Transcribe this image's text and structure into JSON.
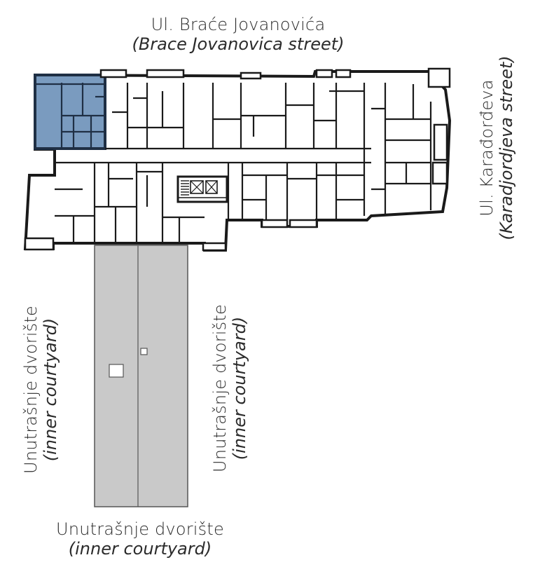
{
  "labels": {
    "north_street": {
      "name": "Ul. Braće Jovanovića",
      "translation": "(Brace Jovanovica street)"
    },
    "east_street": {
      "name": "Ul. Karađorđeva",
      "translation": "(Karadjordjeva street)"
    },
    "courtyard_left": {
      "name": "Unutrašnje dvorište",
      "translation": "(inner courtyard)"
    },
    "courtyard_middle": {
      "name": "Unutrašnje dvorište",
      "translation": "(inner courtyard)"
    },
    "courtyard_bottom": {
      "name": "Unutrašnje dvorište",
      "translation": "(inner courtyard)"
    }
  },
  "colors": {
    "highlight_unit": "#7a9bbf",
    "highlight_unit_walls": "#1f2f44",
    "walls": "#1a1a1a",
    "floor_fill": "#ffffff",
    "courtyard_fill": "#c9c9c9",
    "courtyard_edge": "#555555",
    "text": "#2b2b2b"
  }
}
